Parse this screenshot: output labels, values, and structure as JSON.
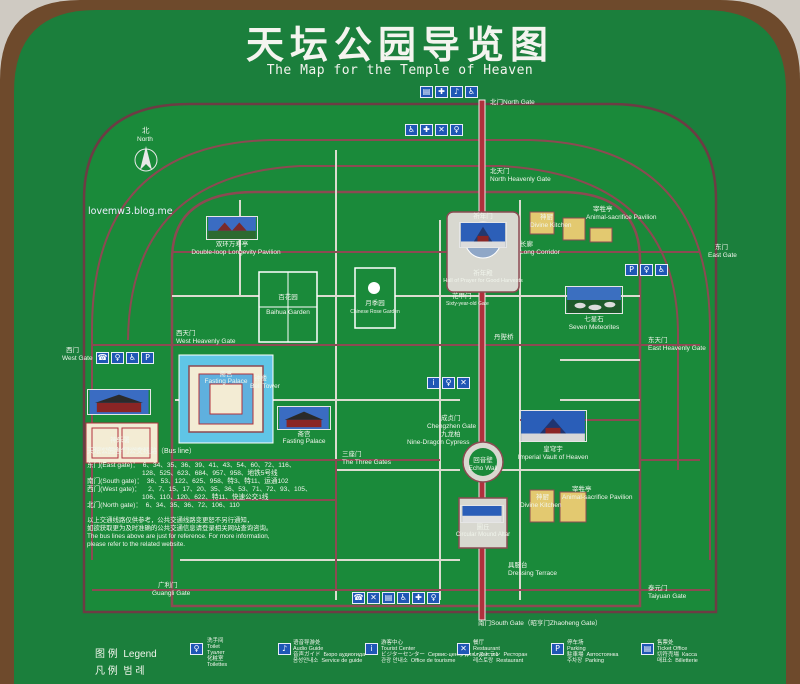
{
  "title_cn": "天坛公园导览图",
  "title_en": "The Map for the Temple of Heaven",
  "watermark": "lovemw3.blog.me",
  "north": {
    "cn": "北",
    "en": "North"
  },
  "gates": {
    "north": "北门North Gate",
    "north_heavenly_cn": "北天门",
    "north_heavenly_en": "North Heavenly Gate",
    "east_cn": "东门",
    "east_en": "East Gate",
    "east_heavenly_cn": "东天门",
    "east_heavenly_en": "East Heavenly Gate",
    "west_cn": "西门",
    "west_en": "West Gate",
    "west_heavenly_cn": "西天门",
    "west_heavenly_en": "West Heavenly Gate",
    "south": "南门South Gate（昭亨门Zhaoheng Gate）",
    "taiyuan_cn": "泰元门",
    "taiyuan_en": "Taiyuan Gate",
    "guangli_cn": "广利门",
    "guangli_en": "Guangli Gate"
  },
  "sites": {
    "hall_prayer_cn": "祈年殿",
    "hall_prayer_en": "Hall of Prayer for Good Harvests",
    "qinian_gate_cn": "祈年门",
    "divine_kitchen_cn": "神厨",
    "divine_kitchen_en": "Divine Kitchen",
    "long_corridor_cn": "长廊",
    "long_corridor_en": "Long Corridor",
    "sacrifice_pavilion_cn": "宰牲亭",
    "sacrifice_pavilion_en": "Animal-sacrifice Pavilion",
    "double_ring_cn": "双环万寿亭",
    "double_ring_en": "Double-loop Longevity Pavilion",
    "baihua_cn": "百花园",
    "baihua_en": "Baihua Garden",
    "yuegui_cn": "月季园",
    "yuegui_en": "Chinese Rose Garden",
    "huajia_cn": "花甲门",
    "huajia_en": "Sixty-year-old Gate",
    "seven_meteorites_cn": "七星石",
    "seven_meteorites_en": "Seven Meteorites",
    "danbi_cn": "丹陛桥",
    "fasting_cn": "斋宫",
    "fasting_en": "Fasting Palace",
    "bell_cn": "钟楼",
    "bell_en": "Bell Tower",
    "shenyue_cn": "神乐署",
    "shenyue_en": "Divine Music Administration",
    "three_gates_cn": "三座门",
    "three_gates_en": "The Three Gates",
    "chengzhen_cn": "成贞门",
    "chengzhen_en": "Chengzhen Gate",
    "nine_dragon_cn": "九龙柏",
    "nine_dragon_en": "Nine-Dragon Cypress",
    "imperial_vault_cn": "皇穹宇",
    "imperial_vault_en": "Imperial Vault of Heaven",
    "echo_wall_cn": "回音壁",
    "echo_wall_en": "Echo Wall",
    "divine_kitchen2_cn": "神厨",
    "divine_kitchen2_en": "Divine Kitchen",
    "sacrifice2_cn": "宰牲亭",
    "sacrifice2_en": "Animal-sacrifice Pavilion",
    "circular_cn": "圜丘",
    "circular_en": "Circular Mound Altar",
    "dressing_cn": "具服台",
    "dressing_en": "Dressing Terrace"
  },
  "bus": {
    "title": "天坛公园各门公交线路（Bus line）",
    "east": "东门(East gate)：  6、34、35、36、39、41、43、54、60、72、116、\n                              128、525、623、684、957、958、地铁5号线",
    "south": "南门(South gate)：  36、53、122、625、958、特3、特11、运通102",
    "west": "西门(West gate)：    2、7、15、17、20、35、36、53、71、72、93、105、\n                              106、110、120、622、特11、快速公交1线",
    "north": "北门(North gate)：  6、34、35、36、72、106、110",
    "note": "以上交通线路仅供参考，公共交通线路变更恕不另行通知，\n如欲获取更为及时准确的公共交通信息请登录相关网站查询咨询。\nThe bus lines above are just for reference. For more information,\nplease refer to the related website."
  },
  "legend": {
    "row1_cn": "图 例",
    "row1_en": "Legend",
    "row2_cn": "凡 例",
    "row2_ko": "범 례",
    "items": [
      "洗手间\nToilet\nTуалет\n化粧室\nToilettes",
      "语音导游处\nAudio Guide\n音声ガイド  Бюро аудиогида\n음성안내소  Service de guide",
      "游客中心\nTourist Center\nビジターセンター  Сервис-центр для туристов\n관광 안내소  Office de tourisme",
      "餐厅\nRestaurant\nレストラン  Ресторан\n레스토랑  Restaurant",
      "停车场\nParking\n駐車場  Автостоянка\n주차장  Parking",
      "售票处\nTicket Office\n切符売場  Касса\n매표소  Billetterie"
    ]
  },
  "colors": {
    "map_green": "#1a8a3a",
    "sign_green": "#1b7f3c",
    "road": "#8c4a52",
    "path": "#dcdcd0",
    "icon_blue": "#1f57b5",
    "frame": "#6b4a2e"
  },
  "icons": [
    "toilet-icon",
    "audio-guide-icon",
    "tourist-center-icon",
    "restaurant-icon",
    "parking-icon",
    "ticket-office-icon",
    "wheelchair-icon",
    "first-aid-icon",
    "phone-icon"
  ]
}
